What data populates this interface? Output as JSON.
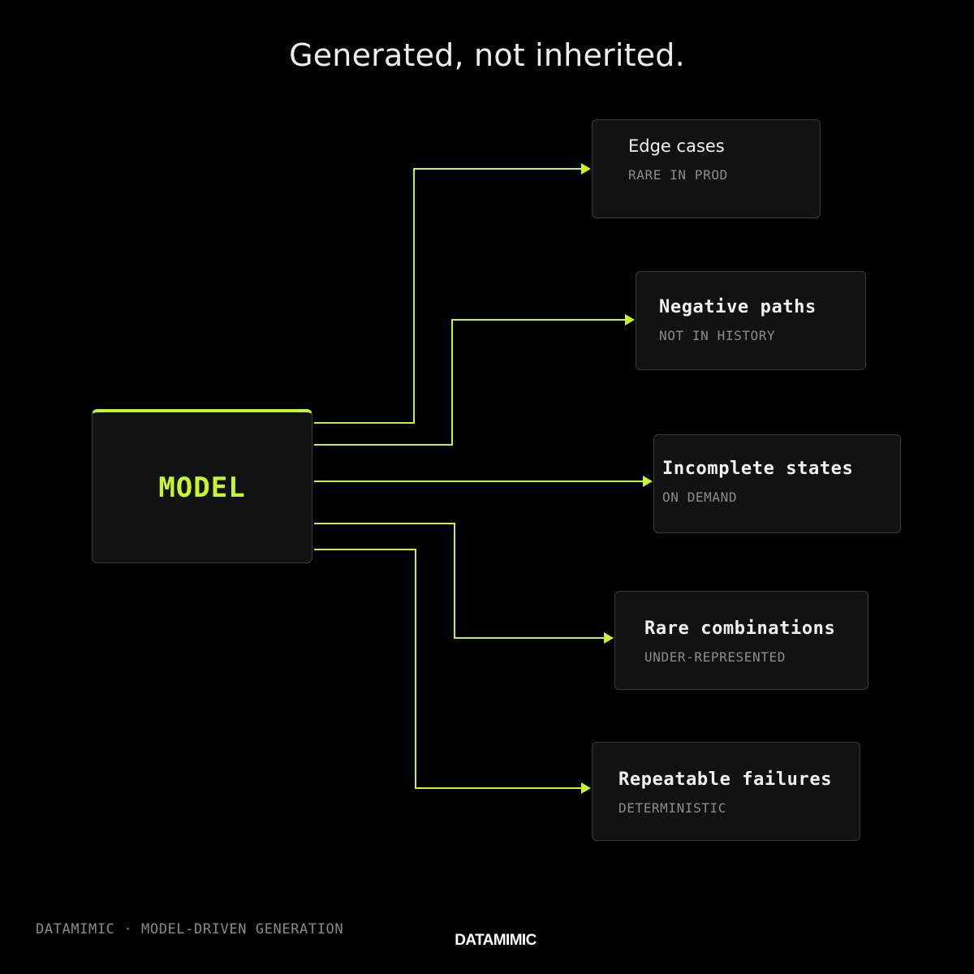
{
  "header": {
    "title": "Generated, not inherited."
  },
  "source": {
    "label": "MODEL"
  },
  "outputs": [
    {
      "title": "Edge cases",
      "subtitle": "RARE IN PROD"
    },
    {
      "title": "Negative paths",
      "subtitle": "NOT IN HISTORY"
    },
    {
      "title": "Incomplete states",
      "subtitle": "ON DEMAND"
    },
    {
      "title": "Rare combinations",
      "subtitle": "UNDER-REPRESENTED"
    },
    {
      "title": "Repeatable failures",
      "subtitle": "DETERMINISTIC"
    }
  ],
  "footer": {
    "caption": "DATAMIMIC · MODEL-DRIVEN GENERATION",
    "logo": "DATAMIMIC"
  },
  "colors": {
    "accent": "#c6f432",
    "background": "#000000",
    "box_fill": "#121212",
    "box_border": "#3a3a3a"
  }
}
